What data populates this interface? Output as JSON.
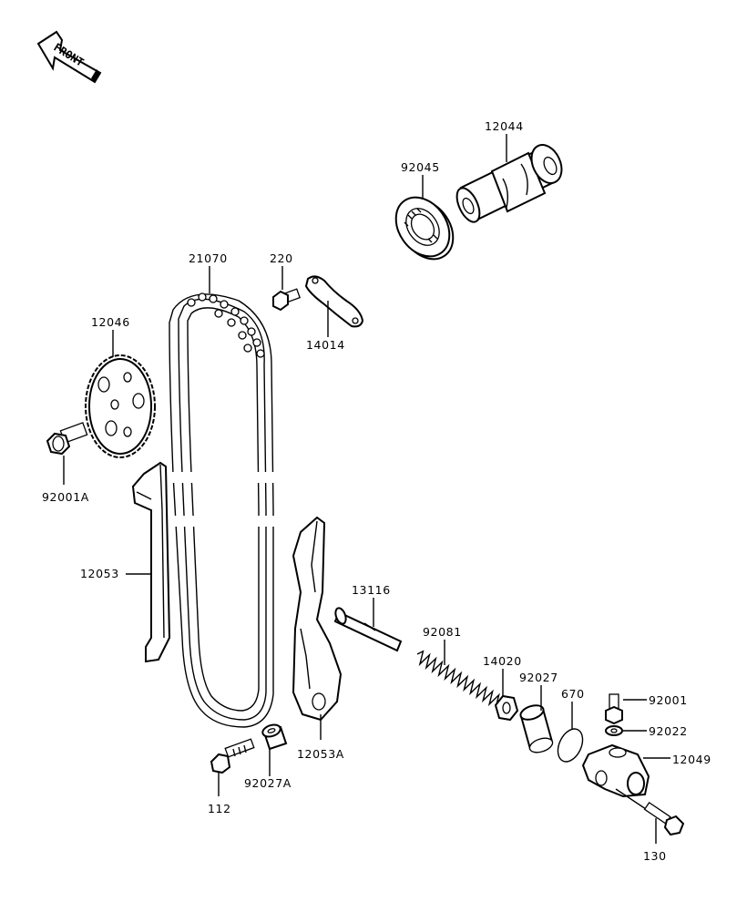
{
  "front_label": "FRONT",
  "labels": {
    "p12044": "12044",
    "p92045": "92045",
    "p21070": "21070",
    "p220": "220",
    "p14014": "14014",
    "p12046": "12046",
    "p92001A": "92001A",
    "p12053": "12053",
    "p12053A": "12053A",
    "p13116": "13116",
    "p92081": "92081",
    "p14020": "14020",
    "p92027": "92027",
    "p670": "670",
    "p92001": "92001",
    "p92022": "92022",
    "p12049": "12049",
    "p130": "130",
    "p112": "112",
    "p92027A": "92027A"
  }
}
